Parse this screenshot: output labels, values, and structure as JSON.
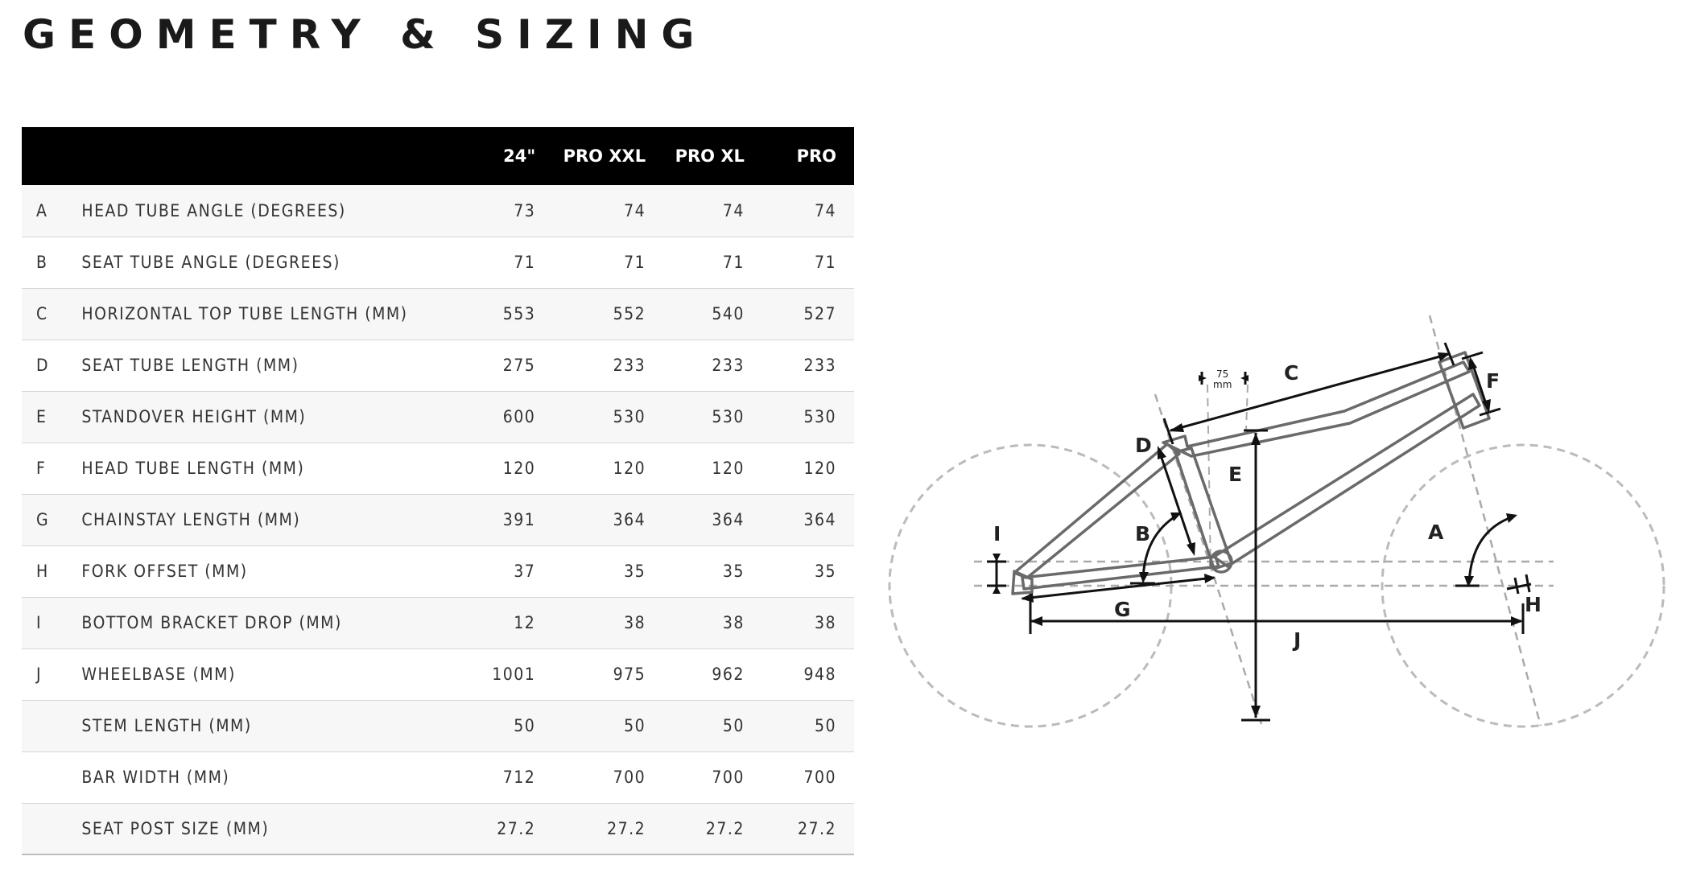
{
  "title": "GEOMETRY & SIZING",
  "table": {
    "columns": [
      "",
      "",
      "24\"",
      "PRO XXL",
      "PRO XL",
      "PRO"
    ],
    "rows": [
      {
        "letter": "A",
        "label": "HEAD TUBE ANGLE (DEGREES)",
        "values": [
          "73",
          "74",
          "74",
          "74"
        ]
      },
      {
        "letter": "B",
        "label": "SEAT TUBE ANGLE (DEGREES)",
        "values": [
          "71",
          "71",
          "71",
          "71"
        ]
      },
      {
        "letter": "C",
        "label": "HORIZONTAL TOP TUBE LENGTH (MM)",
        "values": [
          "553",
          "552",
          "540",
          "527"
        ]
      },
      {
        "letter": "D",
        "label": "SEAT TUBE LENGTH (MM)",
        "values": [
          "275",
          "233",
          "233",
          "233"
        ]
      },
      {
        "letter": "E",
        "label": "STANDOVER HEIGHT (MM)",
        "values": [
          "600",
          "530",
          "530",
          "530"
        ]
      },
      {
        "letter": "F",
        "label": "HEAD TUBE LENGTH (MM)",
        "values": [
          "120",
          "120",
          "120",
          "120"
        ]
      },
      {
        "letter": "G",
        "label": "CHAINSTAY LENGTH (MM)",
        "values": [
          "391",
          "364",
          "364",
          "364"
        ]
      },
      {
        "letter": "H",
        "label": "FORK OFFSET (MM)",
        "values": [
          "37",
          "35",
          "35",
          "35"
        ]
      },
      {
        "letter": "I",
        "label": "BOTTOM BRACKET DROP (MM)",
        "values": [
          "12",
          "38",
          "38",
          "38"
        ]
      },
      {
        "letter": "J",
        "label": "WHEELBASE (MM)",
        "values": [
          "1001",
          "975",
          "962",
          "948"
        ]
      },
      {
        "letter": "",
        "label": "STEM LENGTH (MM)",
        "values": [
          "50",
          "50",
          "50",
          "50"
        ]
      },
      {
        "letter": "",
        "label": "BAR WIDTH (MM)",
        "values": [
          "712",
          "700",
          "700",
          "700"
        ]
      },
      {
        "letter": "",
        "label": "SEAT POST SIZE (MM)",
        "values": [
          "27.2",
          "27.2",
          "27.2",
          "27.2"
        ]
      }
    ]
  },
  "diagram": {
    "labels": {
      "A": "A",
      "B": "B",
      "C": "C",
      "D": "D",
      "E": "E",
      "F": "F",
      "G": "G",
      "H": "H",
      "I": "I",
      "J": "J"
    },
    "offset_value": "75",
    "offset_unit": "mm"
  }
}
